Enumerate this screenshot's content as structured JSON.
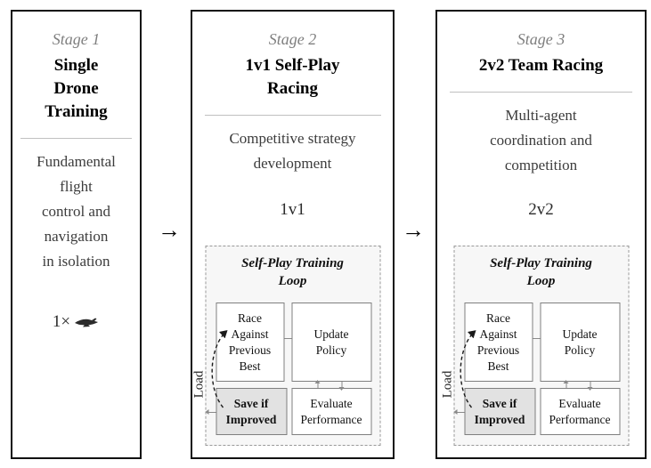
{
  "figure": {
    "inter_stage_arrow": "→"
  },
  "panels": [
    {
      "stage_label": "Stage 1",
      "title_lines": [
        "Single",
        "Drone",
        "Training"
      ],
      "description_lines": [
        "Fundamental",
        "flight",
        "control and",
        "navigation",
        "in isolation"
      ],
      "drone_count": "1×"
    },
    {
      "stage_label": "Stage 2",
      "title_lines": [
        "1v1 Self-Play",
        "Racing"
      ],
      "description_lines": [
        "Competitive strategy",
        "development"
      ],
      "mode_label": "1v1"
    },
    {
      "stage_label": "Stage 3",
      "title_lines": [
        "2v2 Team Racing"
      ],
      "description_lines": [
        "Multi-agent",
        "coordination and",
        "competition"
      ],
      "mode_label": "2v2"
    }
  ],
  "self_play_loop": {
    "title_lines": [
      "Self-Play Training",
      "Loop"
    ],
    "race_box_lines": [
      "Race",
      "Against",
      "Previous",
      "Best"
    ],
    "update_box_lines": [
      "Update",
      "Policy"
    ],
    "save_box_lines": [
      "Save if",
      "Improved"
    ],
    "evaluate_box_lines": [
      "Evaluate",
      "Performance"
    ],
    "load_label": "Load"
  },
  "colors": {
    "panel_border": "#111111",
    "stage_label": "#7f7f7f",
    "divider": "#c0c0c0",
    "loop_background": "#f7f7f7",
    "loop_border": "#999999",
    "box_border": "#7f7f7f",
    "save_box_background": "#e2e2e2"
  }
}
